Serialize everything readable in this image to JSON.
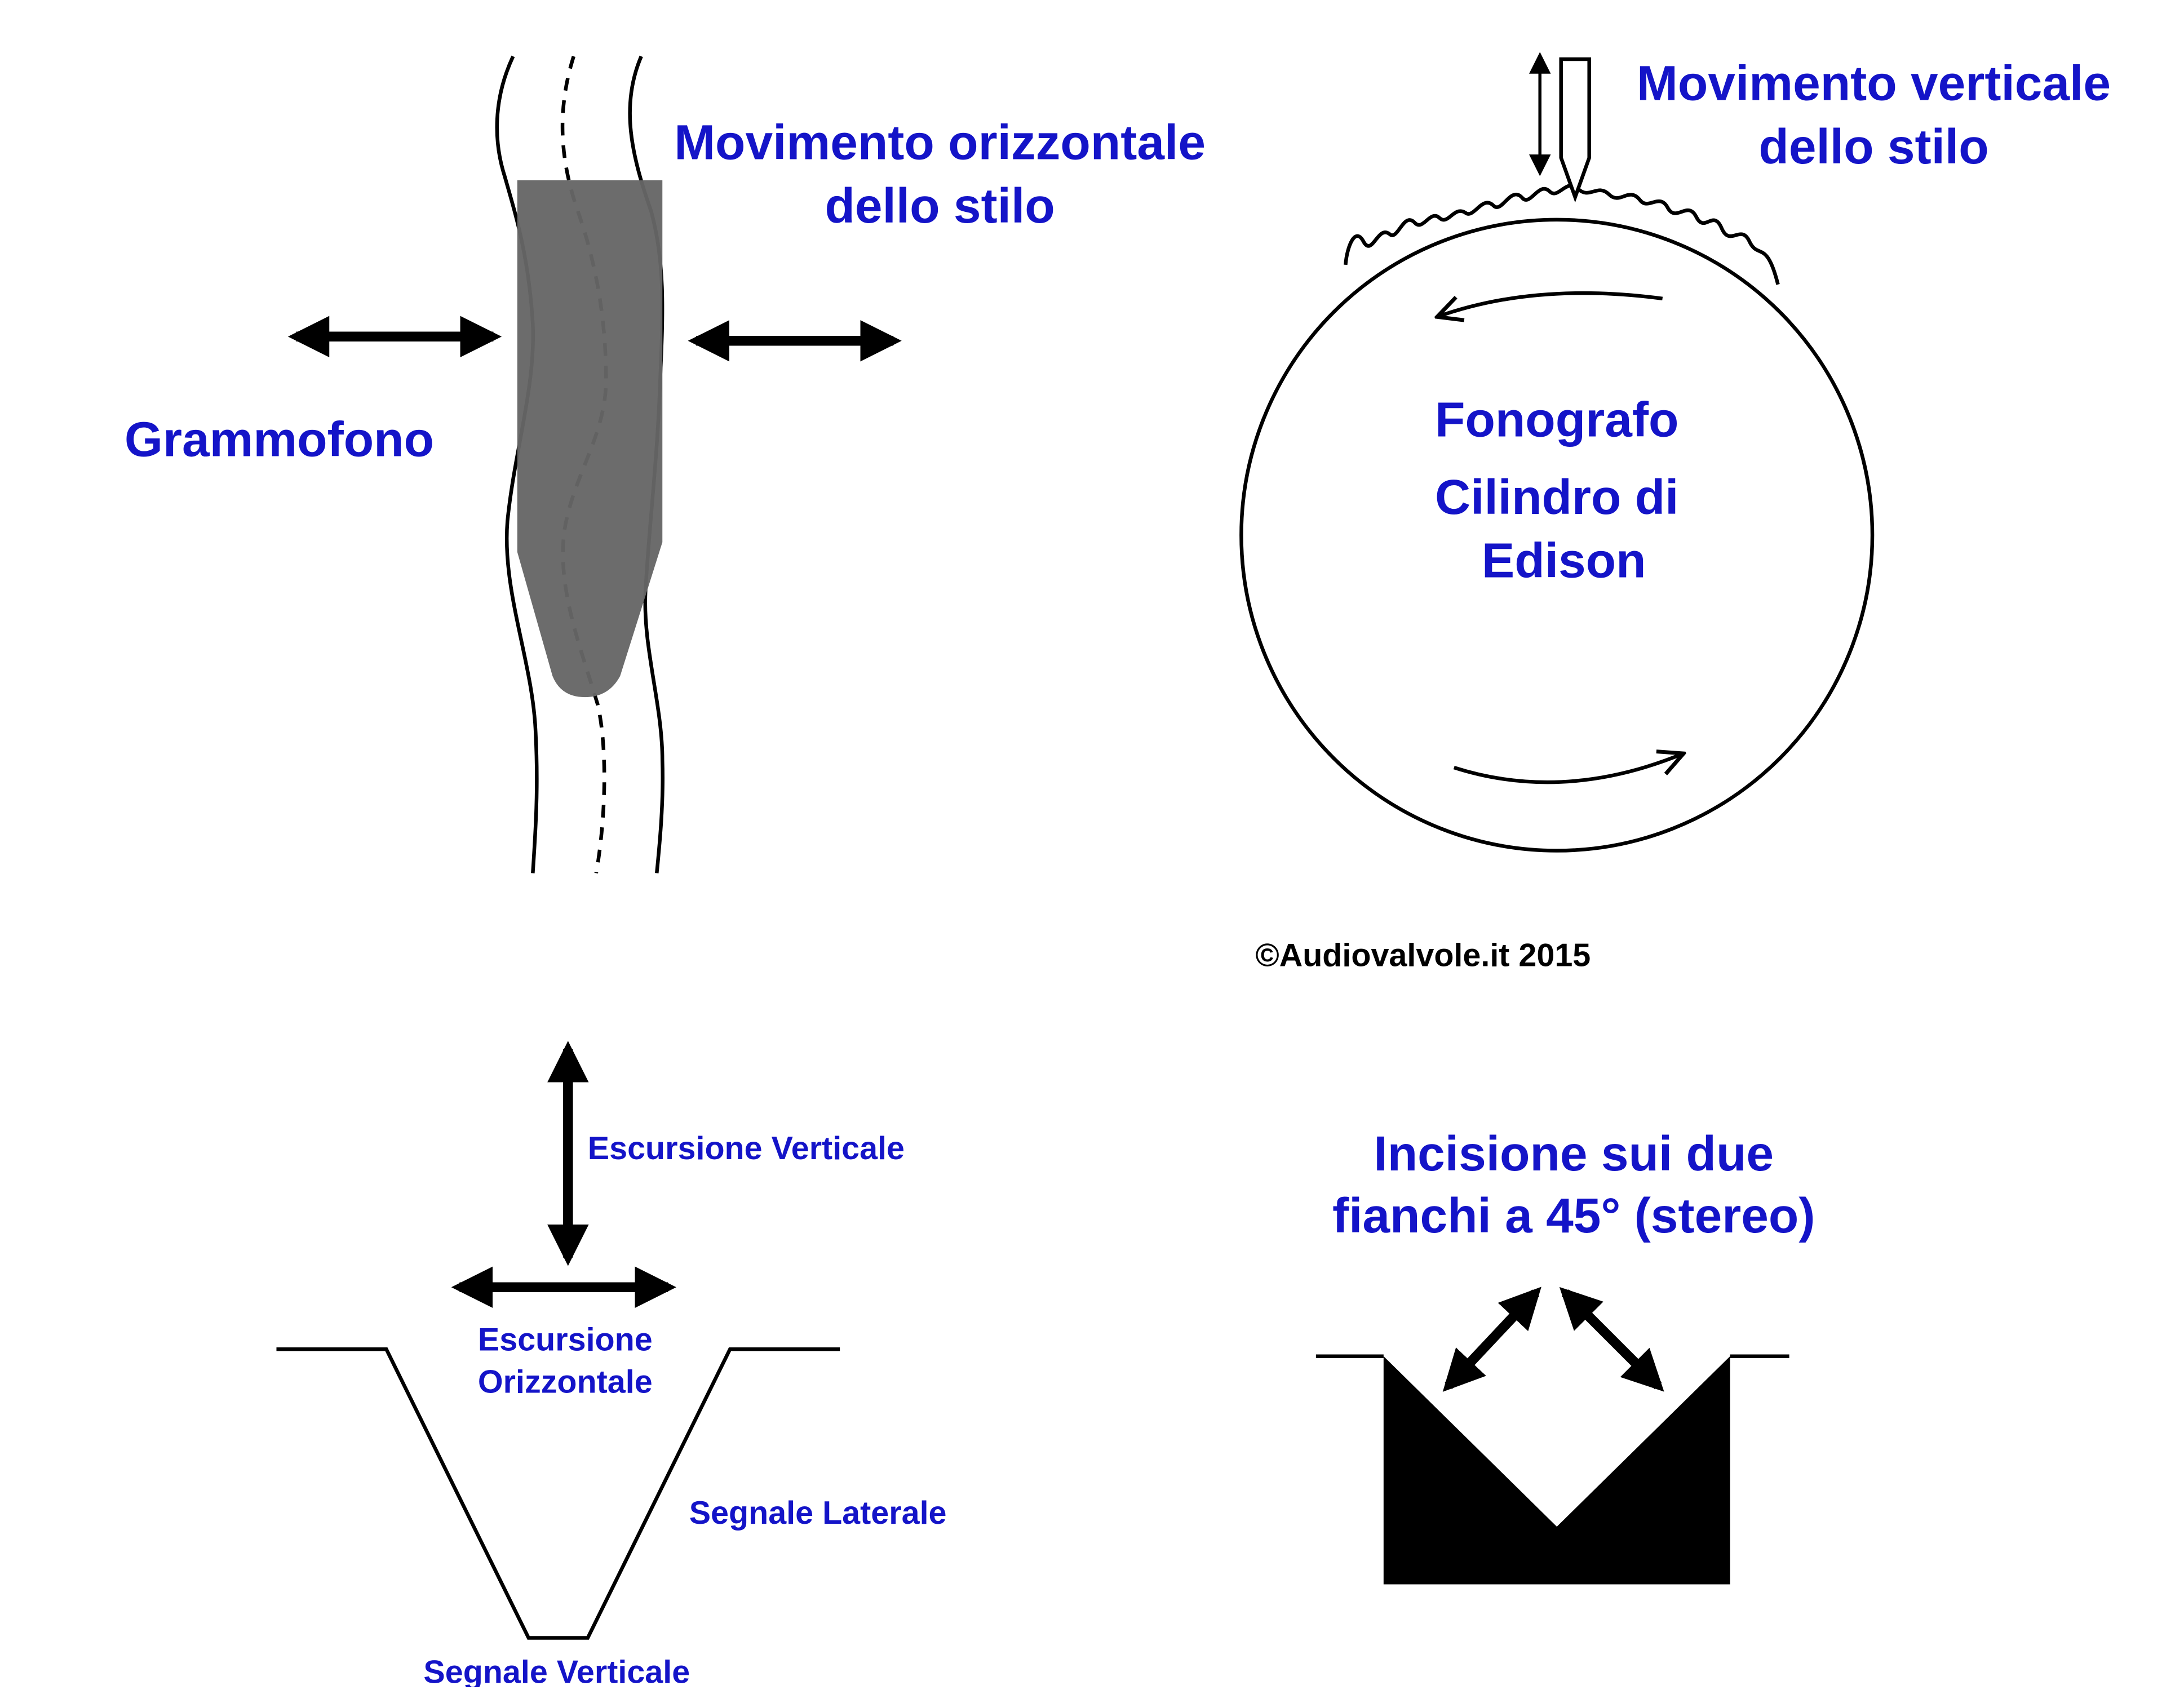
{
  "colors": {
    "label": "#1414c8",
    "ink": "#000000",
    "stylus": "#666666"
  },
  "gramophone": {
    "title": "Grammofono",
    "movement_line1": "Movimento orizzontale",
    "movement_line2": "dello stilo"
  },
  "phonograph": {
    "movement_line1": "Movimento verticale",
    "movement_line2": "dello stilo",
    "label1": "Fonografo",
    "label2": "Cilindro di",
    "label3": "Edison"
  },
  "copyright": "©Audiovalvole.it 2015",
  "groove": {
    "vertical_excursion": "Escursione Verticale",
    "horizontal_excursion_line1": "Escursione",
    "horizontal_excursion_line2": "Orizzontale",
    "lateral_signal": "Segnale Laterale",
    "vertical_signal": "Segnale Verticale"
  },
  "stereo": {
    "line1": "Incisione sui due",
    "line2": "fianchi a 45° (stereo)"
  }
}
